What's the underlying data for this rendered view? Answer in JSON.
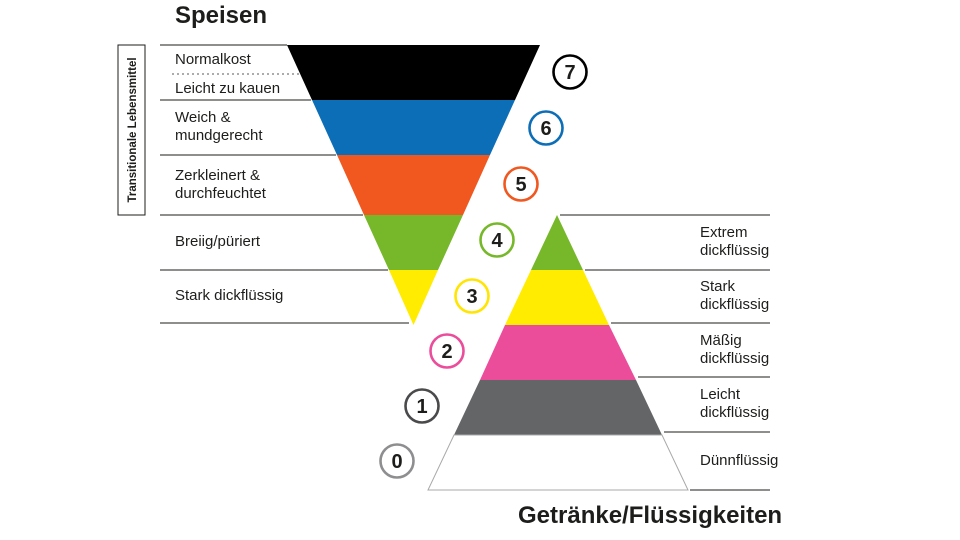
{
  "titles": {
    "food": "Speisen",
    "drinks": "Getränke/Flüssigkeiten"
  },
  "side_label": "Transitionale Lebensmittel",
  "food_labels": {
    "level7_a": "Normalkost",
    "level7_b": "Leicht zu kauen",
    "level6_line1": "Weich &",
    "level6_line2": "mundgerecht",
    "level5_line1": "Zerkleinert &",
    "level5_line2": "durchfeuchtet",
    "level4": "Breiig/püriert",
    "level3": "Stark dickflüssig"
  },
  "drink_labels": {
    "level4_line1": "Extrem",
    "level4_line2": "dickflüssig",
    "level3_line1": "Stark",
    "level3_line2": "dickflüssig",
    "level2_line1": "Mäßig",
    "level2_line2": "dickflüssig",
    "level1_line1": "Leicht",
    "level1_line2": "dickflüssig",
    "level0": "Dünnflüssig"
  },
  "badges": [
    {
      "number": "0",
      "color": "#8e8e90"
    },
    {
      "number": "1",
      "color": "#4a4a4c"
    },
    {
      "number": "2",
      "color": "#eb4d9b"
    },
    {
      "number": "3",
      "color": "#ffe500"
    },
    {
      "number": "4",
      "color": "#76b82a"
    },
    {
      "number": "5",
      "color": "#f0581f"
    },
    {
      "number": "6",
      "color": "#0d6eb8"
    },
    {
      "number": "7",
      "color": "#000000"
    }
  ],
  "band_colors": {
    "food7": "#000000",
    "food6": "#0d6eb8",
    "food5": "#f0581f",
    "food4": "#76b82a",
    "food3": "#ffec00",
    "drink4": "#76b82a",
    "drink3": "#ffec00",
    "drink2": "#eb4d9b",
    "drink1": "#646567",
    "drink0": "#ffffff"
  }
}
